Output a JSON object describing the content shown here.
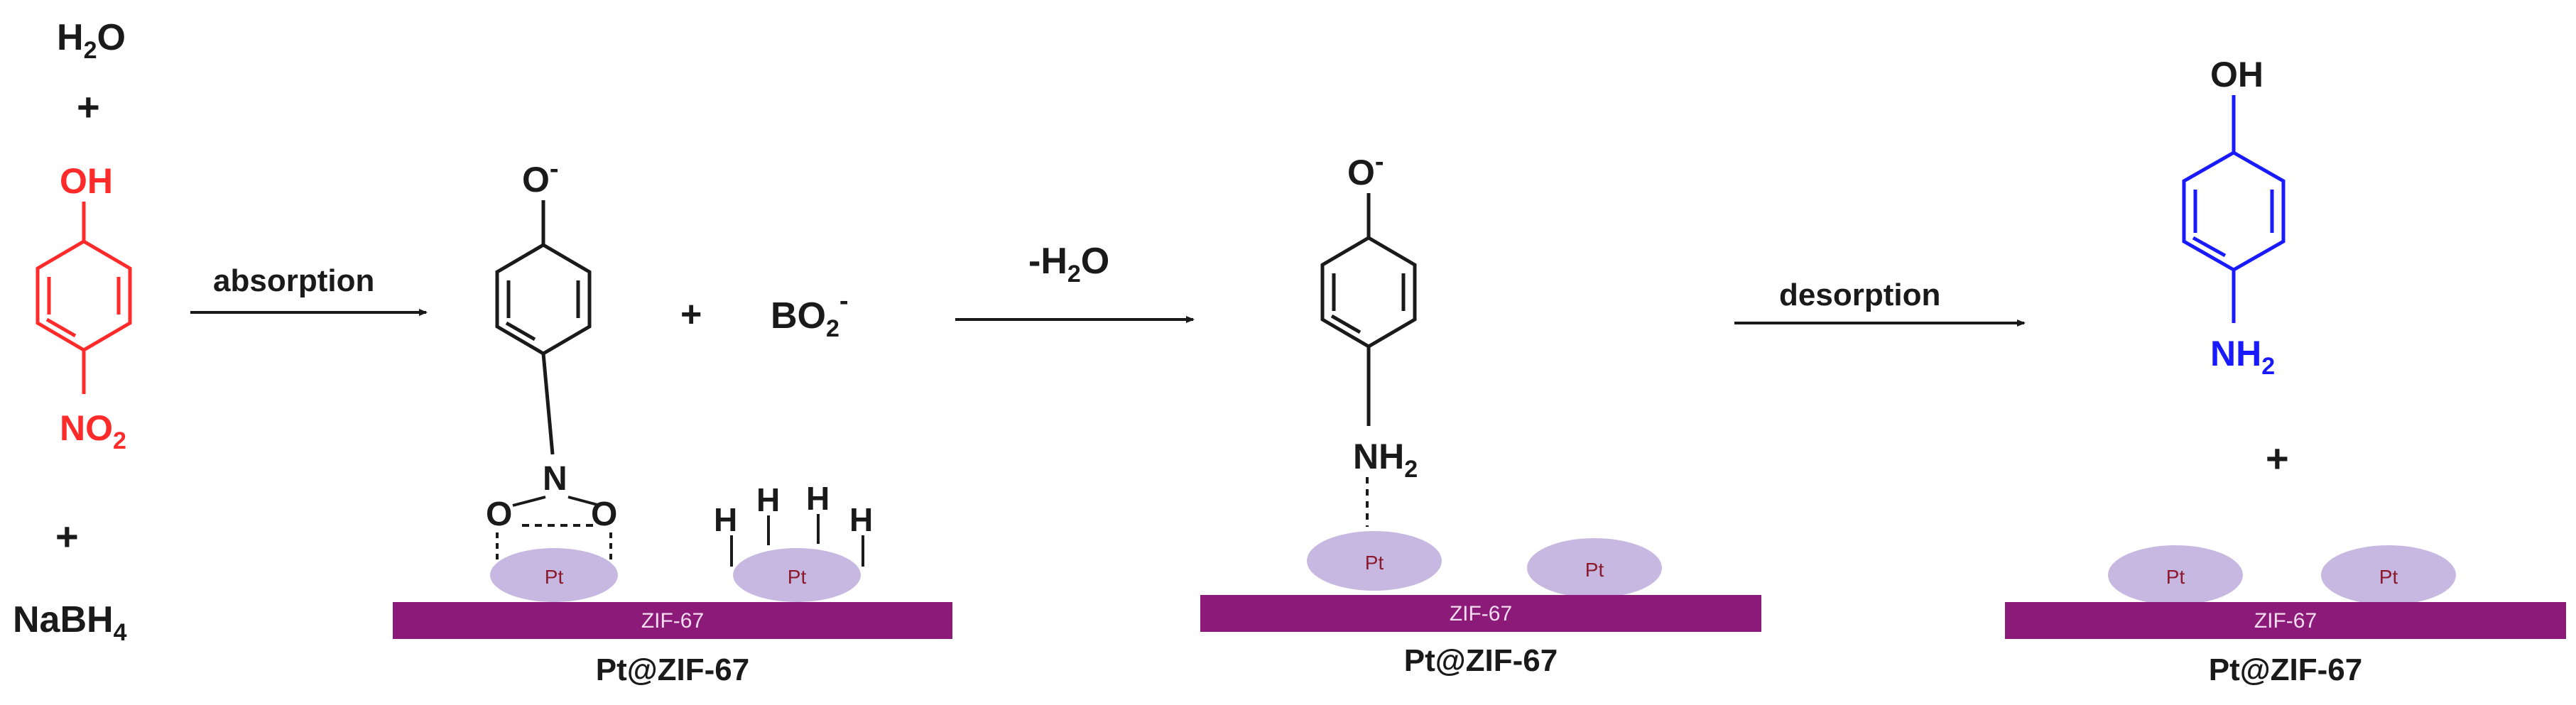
{
  "reactants": {
    "water": {
      "main": "H",
      "sub": "2",
      "tail": "O"
    },
    "plus_top": "+",
    "plus_bottom": "+",
    "hydroxyl": "OH",
    "nitro": {
      "main": "NO",
      "sub": "2"
    },
    "borohydride": {
      "main": "NaBH",
      "sub": "4"
    }
  },
  "step1": {
    "arrow_label": "absorption",
    "phenolate": {
      "main": "O",
      "sup": "-"
    },
    "nitro_n": "N",
    "nitro_o_left": "O",
    "nitro_o_right": "O",
    "plus": "+",
    "borate": {
      "main": "BO",
      "sub": "2",
      "sup": "-"
    },
    "hydrogen_atoms": [
      "H",
      "H",
      "H",
      "H"
    ],
    "pt_particles": [
      "Pt",
      "Pt"
    ],
    "support_label": "ZIF-67",
    "catalyst_caption": "Pt@ZIF-67"
  },
  "step2": {
    "arrow_label": {
      "main": "-H",
      "sub": "2",
      "tail": "O"
    },
    "phenolate": {
      "main": "O",
      "sup": "-"
    },
    "amine": {
      "main": "NH",
      "sub": "2"
    },
    "pt_particles": [
      "Pt",
      "Pt"
    ],
    "support_label": "ZIF-67",
    "catalyst_caption": "Pt@ZIF-67"
  },
  "step3": {
    "arrow_label": "desorption",
    "hydroxyl": "OH",
    "amine": {
      "main": "NH",
      "sub": "2"
    },
    "plus": "+",
    "pt_particles": [
      "Pt",
      "Pt"
    ],
    "support_label": "ZIF-67",
    "catalyst_caption": "Pt@ZIF-67"
  },
  "colors": {
    "nitrophenol": "#ff2a2a",
    "aminophenol": "#1a1aff",
    "support": "#8c1a78",
    "support_text": "#f2dcef",
    "pt_fill": "#c7b8e2",
    "pt_text": "#8c1a2c",
    "ink": "#1a1a1a"
  }
}
